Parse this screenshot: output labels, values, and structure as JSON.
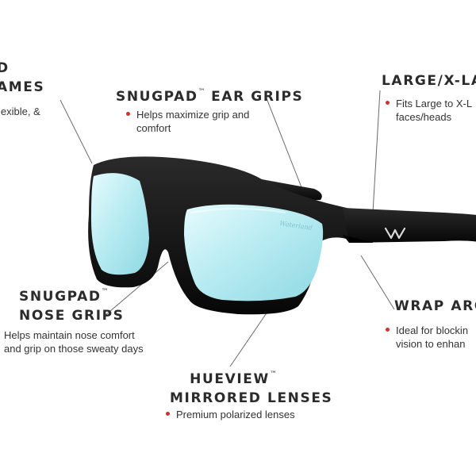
{
  "callouts": {
    "frames": {
      "title_line1": "D",
      "title_line2": "AMES",
      "bullet_line1": "lexible, &"
    },
    "ear_grips": {
      "title": "SNUGPAD",
      "tm": "™",
      "title_rest": " EAR GRIPS",
      "bullet_line1": "Helps maximize grip and",
      "bullet_line2": "comfort"
    },
    "fit": {
      "title": "LARGE/X-LARG",
      "bullet_line1": "Fits Large to X-L",
      "bullet_line2": "faces/heads"
    },
    "nose_grips": {
      "title_line1": "SNUGPAD",
      "tm": "™",
      "title_line2": "NOSE GRIPS",
      "bullet_line1": "Helps maintain nose comfort",
      "bullet_line2": "and grip on those sweaty days"
    },
    "wrap": {
      "title": "WRAP AROU",
      "bullet_line1": "Ideal for blockin",
      "bullet_line2": "vision to enhan"
    },
    "lenses": {
      "title_line1": "HUEVIEW",
      "tm": "™",
      "title_line2": "MIRRORED LENSES",
      "bullet_line1": "Premium polarized lenses"
    }
  },
  "colors": {
    "bullet_dot": "#d0312d",
    "title_text": "#2b2b2b",
    "frame": "#141414",
    "lens": "#bfeef3"
  },
  "icons": {
    "logo": "w-logo"
  }
}
